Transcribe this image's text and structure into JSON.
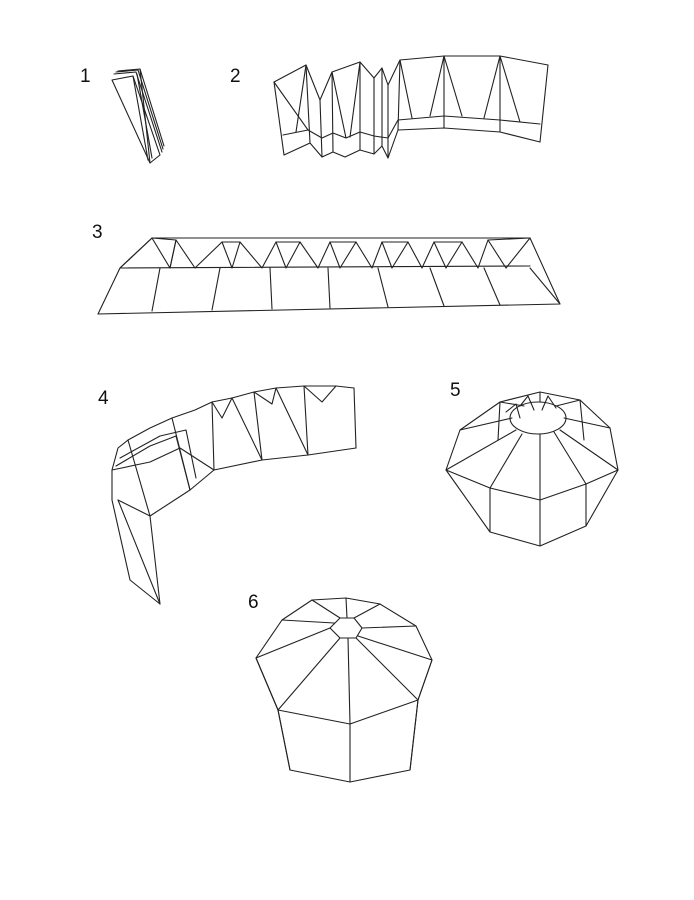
{
  "steps": [
    {
      "id": "1",
      "label": "1"
    },
    {
      "id": "2",
      "label": "2"
    },
    {
      "id": "3",
      "label": "3"
    },
    {
      "id": "4",
      "label": "4"
    },
    {
      "id": "5",
      "label": "5"
    },
    {
      "id": "6",
      "label": "6"
    }
  ],
  "colors": {
    "line": "#222222",
    "background": "#ffffff"
  }
}
